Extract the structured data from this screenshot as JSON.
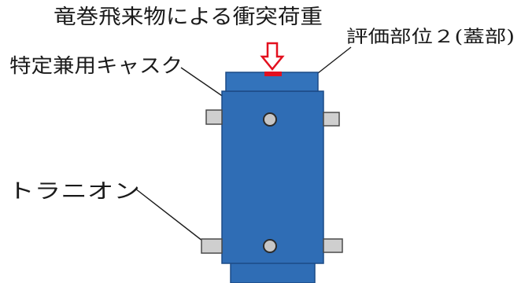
{
  "diagram": {
    "title": "竜巻飛来物による衝突荷重",
    "labels": {
      "evaluation_part": "評価部位２(蓋部)",
      "cask": "特定兼用キャスク",
      "trunnion": "トラニオン"
    }
  },
  "colors": {
    "cask_body": "#2f6db5",
    "cask_lid": "#3373bb",
    "load_arrow": "#e3101f",
    "load_arrow_fill": "#ffffff",
    "trunnion": "#cfcfcf",
    "marker": "#c6c6c6"
  }
}
